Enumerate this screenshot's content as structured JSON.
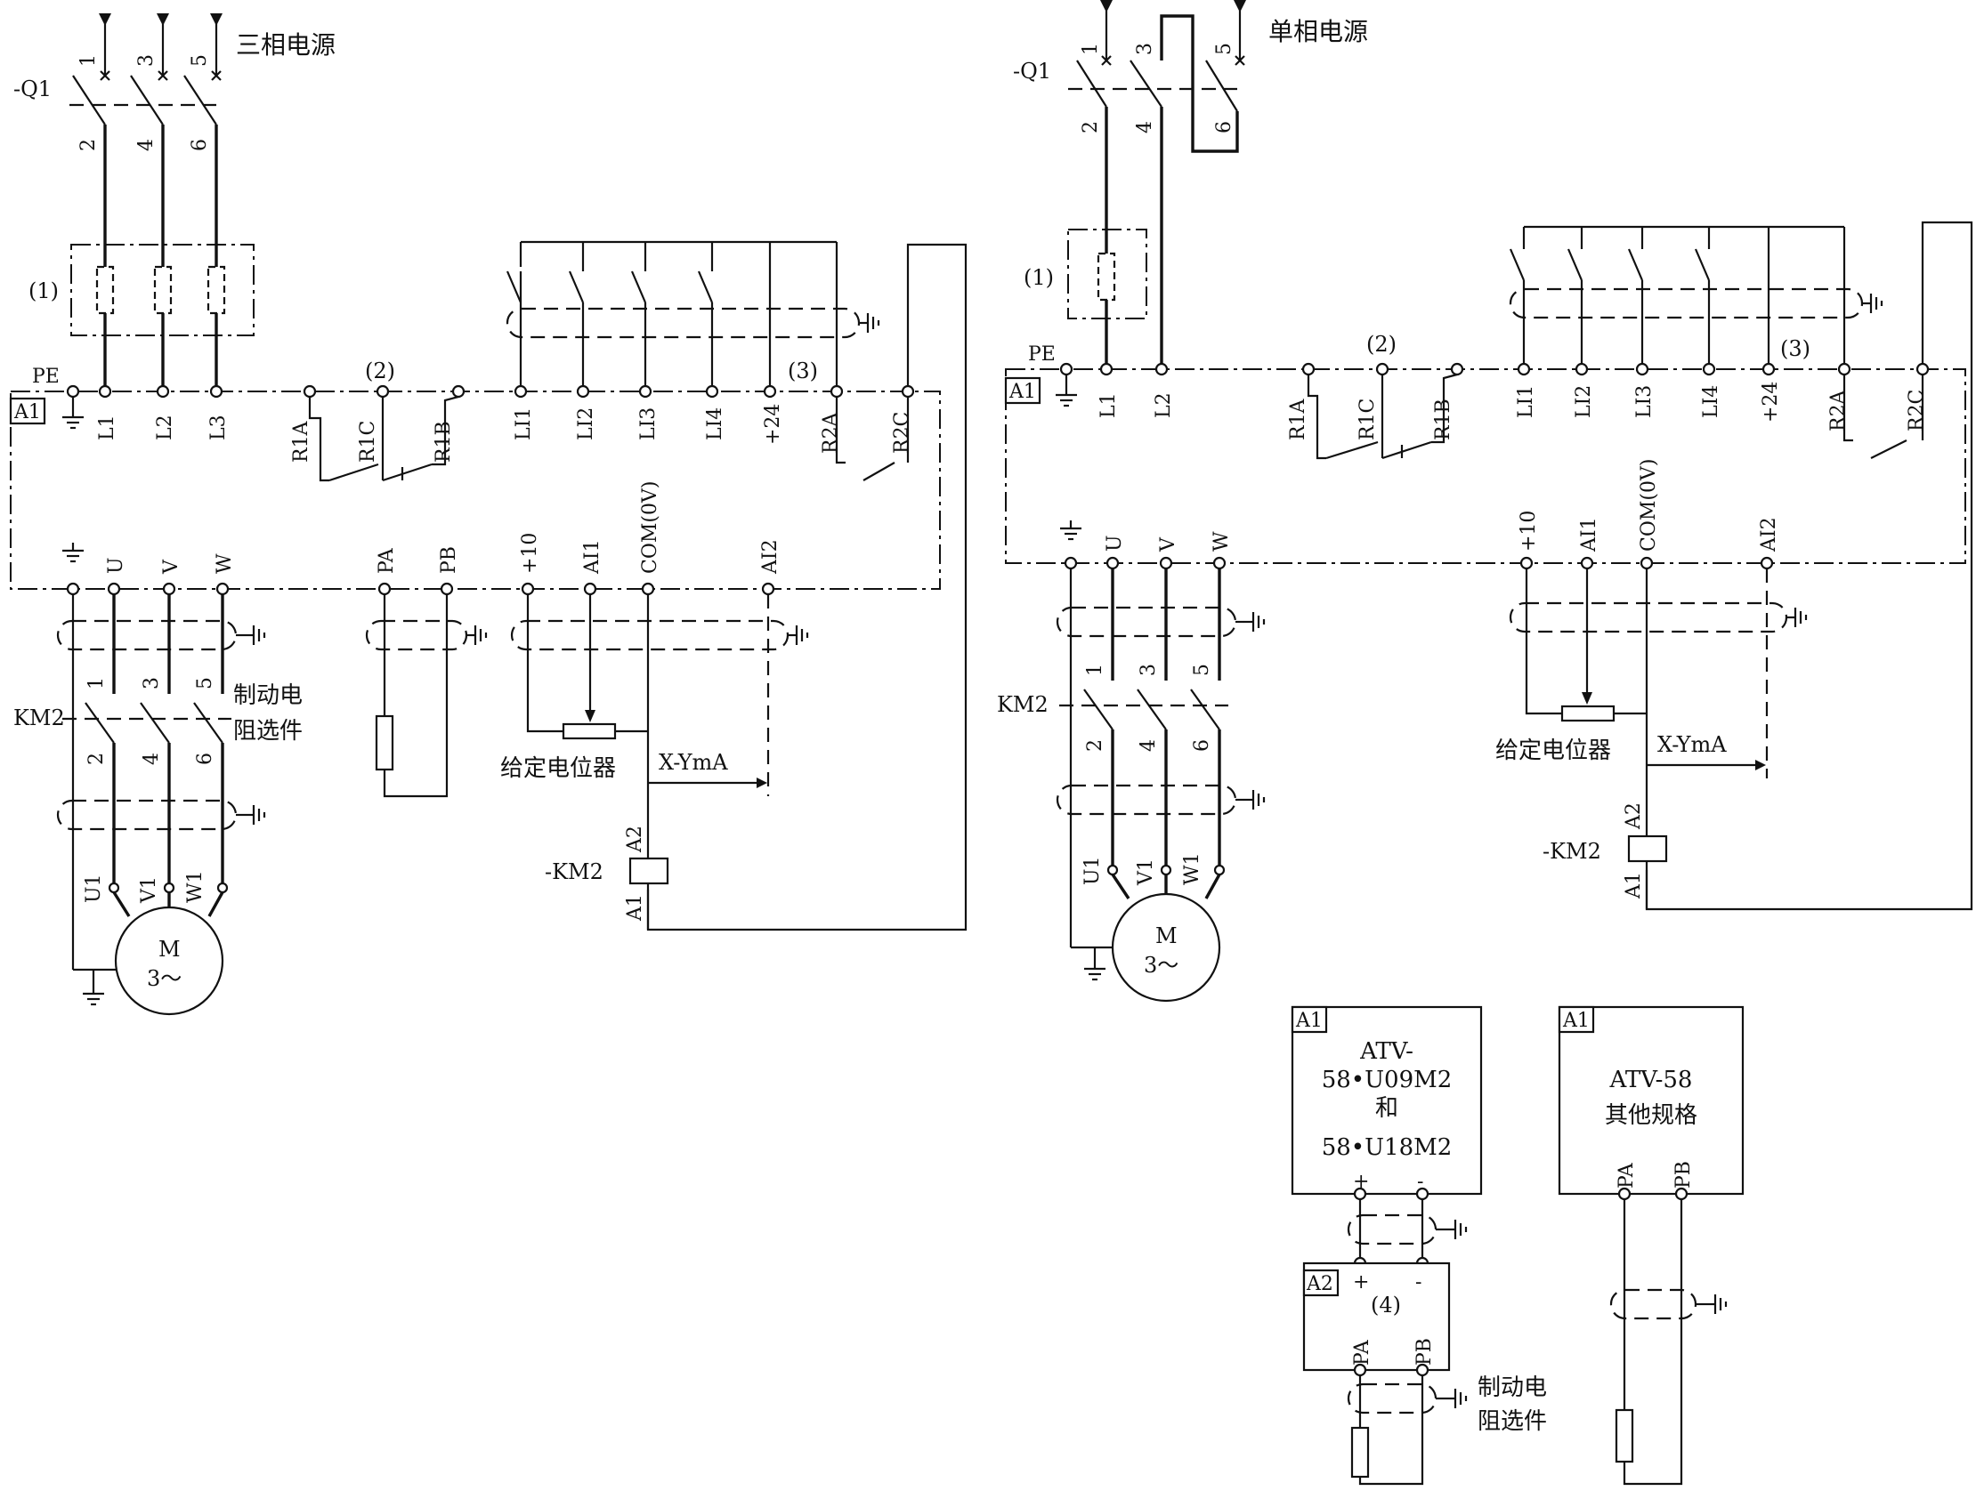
{
  "left": {
    "supply_title": "三相电源",
    "q1": "-Q1",
    "q1_top": [
      "1",
      "3",
      "5"
    ],
    "q1_bot": [
      "2",
      "4",
      "6"
    ],
    "fuse_label": "(1)",
    "pe": "PE",
    "a1": "A1",
    "in_terms": [
      "L1",
      "L2",
      "L3"
    ],
    "relay1": [
      "R1A",
      "R1C",
      "R1B"
    ],
    "relay1_note": "(2)",
    "logic": [
      "LI1",
      "LI2",
      "LI3",
      "LI4",
      "+24"
    ],
    "logic_note": "(3)",
    "relay2": [
      "R2A",
      "R2C"
    ],
    "out_terms": [
      "U",
      "V",
      "W"
    ],
    "brake_terms": [
      "PA",
      "PB"
    ],
    "analog": [
      "+10",
      "AI1",
      "COM(0V)",
      "AI2"
    ],
    "km2": "KM2",
    "km2_top": [
      "1",
      "3",
      "5"
    ],
    "km2_bot": [
      "2",
      "4",
      "6"
    ],
    "brake_opt": [
      "制动电",
      "阻选件"
    ],
    "pot": "给定电位器",
    "xy": "X-YmA",
    "coil": "-KM2",
    "coil_a2": "A2",
    "coil_a1": "A1",
    "motor_terms": [
      "U1",
      "V1",
      "W1"
    ],
    "motor": [
      "M",
      "3～"
    ]
  },
  "right": {
    "supply_title": "单相电源",
    "q1": "-Q1",
    "q1_top": [
      "1",
      "3",
      "5"
    ],
    "q1_bot": [
      "2",
      "4",
      "6"
    ],
    "fuse_label": "(1)",
    "pe": "PE",
    "a1": "A1",
    "in_terms": [
      "L1",
      "L2"
    ],
    "relay1": [
      "R1A",
      "R1C",
      "R1B"
    ],
    "relay1_note": "(2)",
    "logic": [
      "LI1",
      "LI2",
      "LI3",
      "LI4",
      "+24"
    ],
    "logic_note": "(3)",
    "relay2": [
      "R2A",
      "R2C"
    ],
    "out_terms": [
      "U",
      "V",
      "W"
    ],
    "analog": [
      "+10",
      "AI1",
      "COM(0V)",
      "AI2"
    ],
    "km2": "KM2",
    "km2_top": [
      "1",
      "3",
      "5"
    ],
    "km2_bot": [
      "2",
      "4",
      "6"
    ],
    "pot": "给定电位器",
    "xy": "X-YmA",
    "coil": "-KM2",
    "coil_a2": "A2",
    "coil_a1": "A1",
    "motor_terms": [
      "U1",
      "V1",
      "W1"
    ],
    "motor": [
      "M",
      "3～"
    ]
  },
  "box1": {
    "a1": "A1",
    "lines": [
      "ATV-",
      "58•U09M2",
      "和",
      "58•U18M2"
    ],
    "plus": "+",
    "minus": "-",
    "a2": "A2",
    "note": "(4)",
    "plus2": "+",
    "minus2": "-",
    "pa": "PA",
    "pb": "PB",
    "brake_opt": [
      "制动电",
      "阻选件"
    ]
  },
  "box2": {
    "a1": "A1",
    "lines": [
      "ATV-58",
      "其他规格"
    ],
    "pa": "PA",
    "pb": "PB"
  }
}
